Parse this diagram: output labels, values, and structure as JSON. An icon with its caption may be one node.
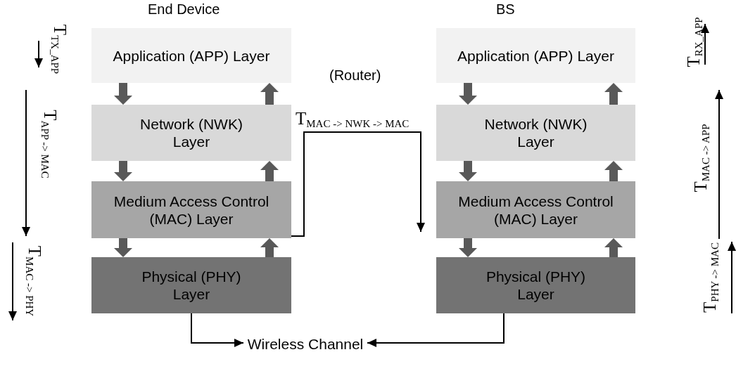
{
  "diagram": {
    "nodes": [
      {
        "text": [
          "Application (APP) Layer"
        ]
      },
      {
        "text": [
          "Network (NWK) Layer"
        ]
      },
      {
        "text": [
          "Medium Access Control (MAC) Layer"
        ]
      },
      {
        "text": [
          "Physical (PHY) Layer"
        ]
      },
      {
        "text": [
          "Application (APP) Layer"
        ]
      },
      {
        "text": [
          "Network (NWK) Layer"
        ]
      },
      {
        "text": [
          "Medium Access Control (MAC) Layer"
        ]
      },
      {
        "text": [
          "Physical (PHY) Layer"
        ]
      },
      {
        "text": [
          "Wireless Channel"
        ]
      }
    ],
    "edges": [
      {
        "from": 0,
        "to": 1,
        "arrow": "to"
      },
      {
        "from": 1,
        "to": 0,
        "arrow": "to"
      },
      {
        "from": 1,
        "to": 2,
        "arrow": "to"
      },
      {
        "from": 2,
        "to": 1,
        "arrow": "to"
      },
      {
        "from": 2,
        "to": 3,
        "arrow": "to"
      },
      {
        "from": 3,
        "to": 2,
        "arrow": "to"
      },
      {
        "from": 4,
        "to": 5,
        "arrow": "to"
      },
      {
        "from": 5,
        "to": 4,
        "arrow": "to"
      },
      {
        "from": 5,
        "to": 6,
        "arrow": "to"
      },
      {
        "from": 6,
        "to": 5,
        "arrow": "to"
      },
      {
        "from": 6,
        "to": 7,
        "arrow": "to"
      },
      {
        "from": 7,
        "to": 6,
        "arrow": "to"
      },
      {
        "from": 2,
        "to": 6,
        "arrow": "to",
        "label": "T$_{MAC -> NWK -> MAC}$",
        "color": "#000000"
      },
      {
        "from": 3,
        "to": 8,
        "arrow": "to",
        "color": "#000000"
      },
      {
        "from": 7,
        "to": 8,
        "arrow": "to",
        "color": "#000000"
      }
    ],
    "labels": [
      "End Device",
      "BS",
      "T$_{TX_APP}$",
      "T$_{APP -> MAC}$",
      "T$_{MAC -> PHY}$",
      "(Router)",
      "T$_{RX_APP}$",
      "T$_{MAC -> APP}$",
      "T$_{PHY -> MAC}$"
    ]
  }
}
